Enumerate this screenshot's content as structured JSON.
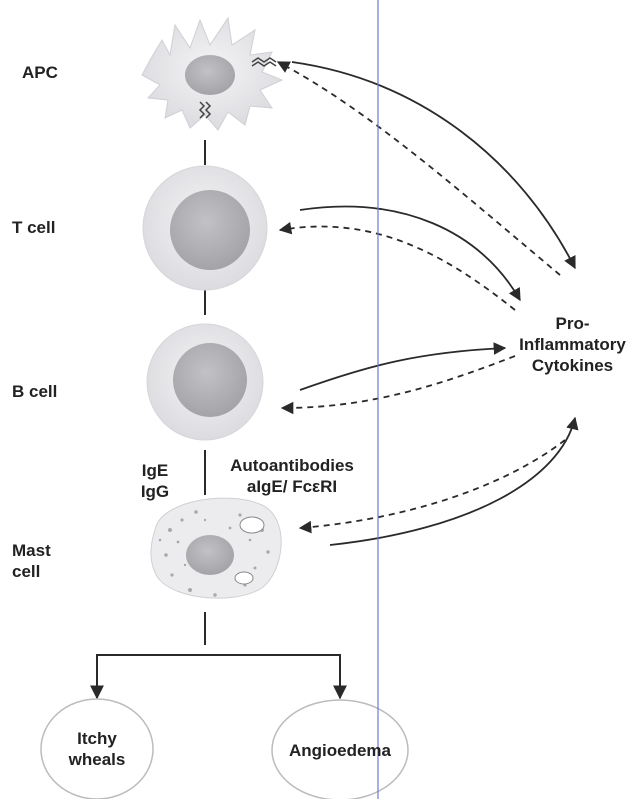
{
  "labels": {
    "apc": "APC",
    "t_cell": "T cell",
    "b_cell": "B cell",
    "mast_cell_line1": "Mast",
    "mast_cell_line2": "cell",
    "ig_line1": "IgE",
    "ig_line2": "IgG",
    "autoantibodies_line1": "Autoantibodies",
    "autoantibodies_line2": "aIgE/ FcεRI",
    "cytokines_line1": "Pro-",
    "cytokines_line2": "Inflammatory",
    "cytokines_line3": "Cytokines",
    "itchy_line1": "Itchy",
    "itchy_line2": "wheals",
    "angioedema": "Angioedema"
  },
  "colors": {
    "cell_fill": "#ececee",
    "nucleus_fill": "#b4b4b8",
    "line": "#2a2a2a",
    "scan_line": "#6f78d8"
  }
}
